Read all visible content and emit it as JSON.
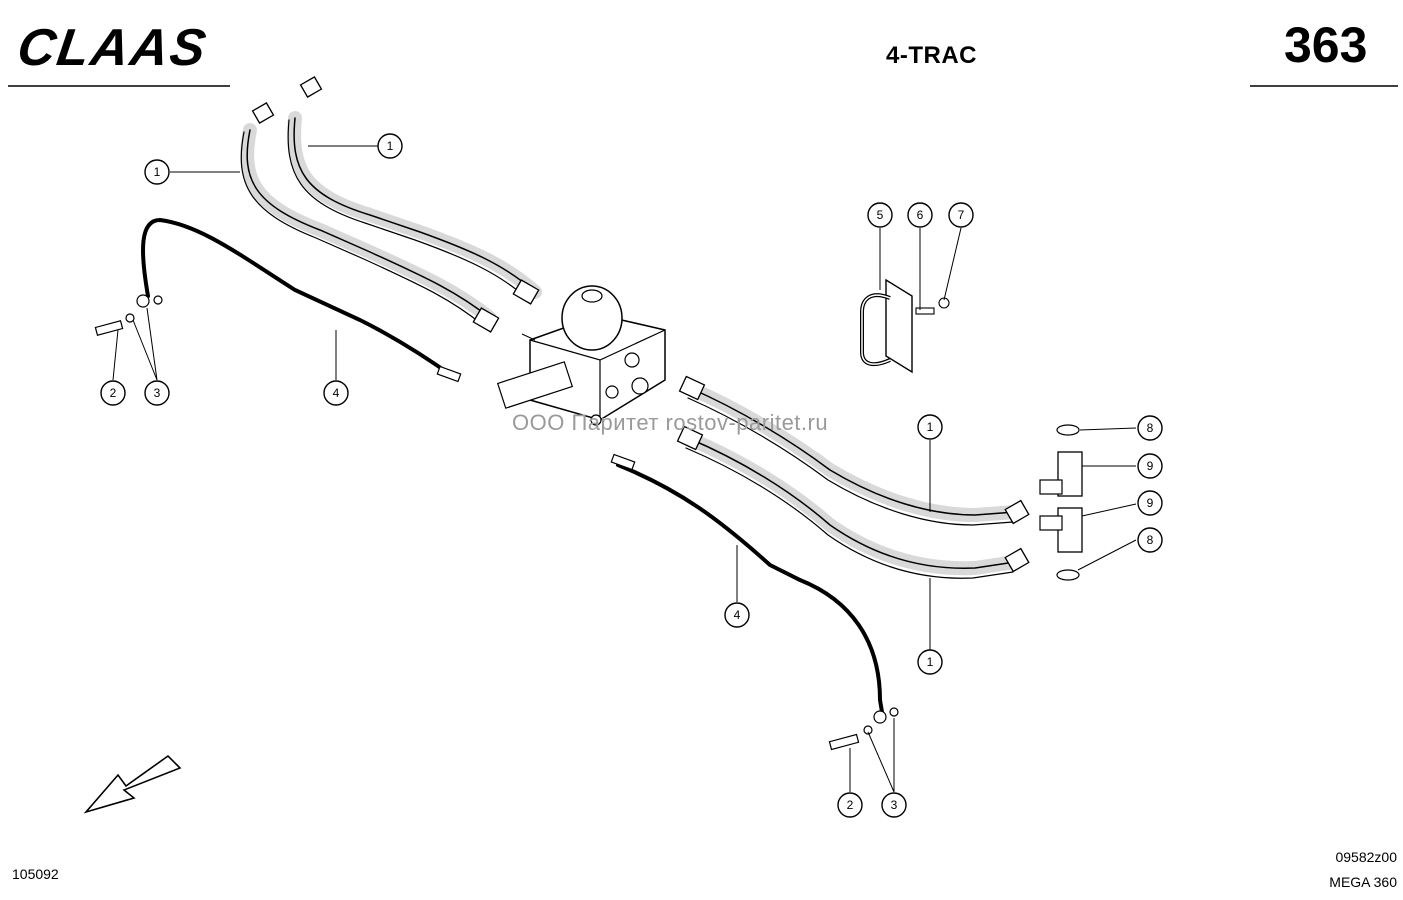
{
  "header": {
    "brand": "CLAAS",
    "title": "4-TRAC",
    "page_number": "363"
  },
  "watermark": "ООО Паритет   rostov-paritet.ru",
  "footer": {
    "left_code": "105092",
    "right_code": "09582z00",
    "model": "MEGA 360"
  },
  "callouts": [
    {
      "label": "1"
    },
    {
      "label": "1"
    },
    {
      "label": "2"
    },
    {
      "label": "3"
    },
    {
      "label": "4"
    },
    {
      "label": "5"
    },
    {
      "label": "6"
    },
    {
      "label": "7"
    },
    {
      "label": "1"
    },
    {
      "label": "8"
    },
    {
      "label": "9"
    },
    {
      "label": "9"
    },
    {
      "label": "8"
    },
    {
      "label": "4"
    },
    {
      "label": "1"
    },
    {
      "label": "2"
    },
    {
      "label": "3"
    }
  ],
  "icons": {
    "direction": "direction-arrow-icon"
  }
}
